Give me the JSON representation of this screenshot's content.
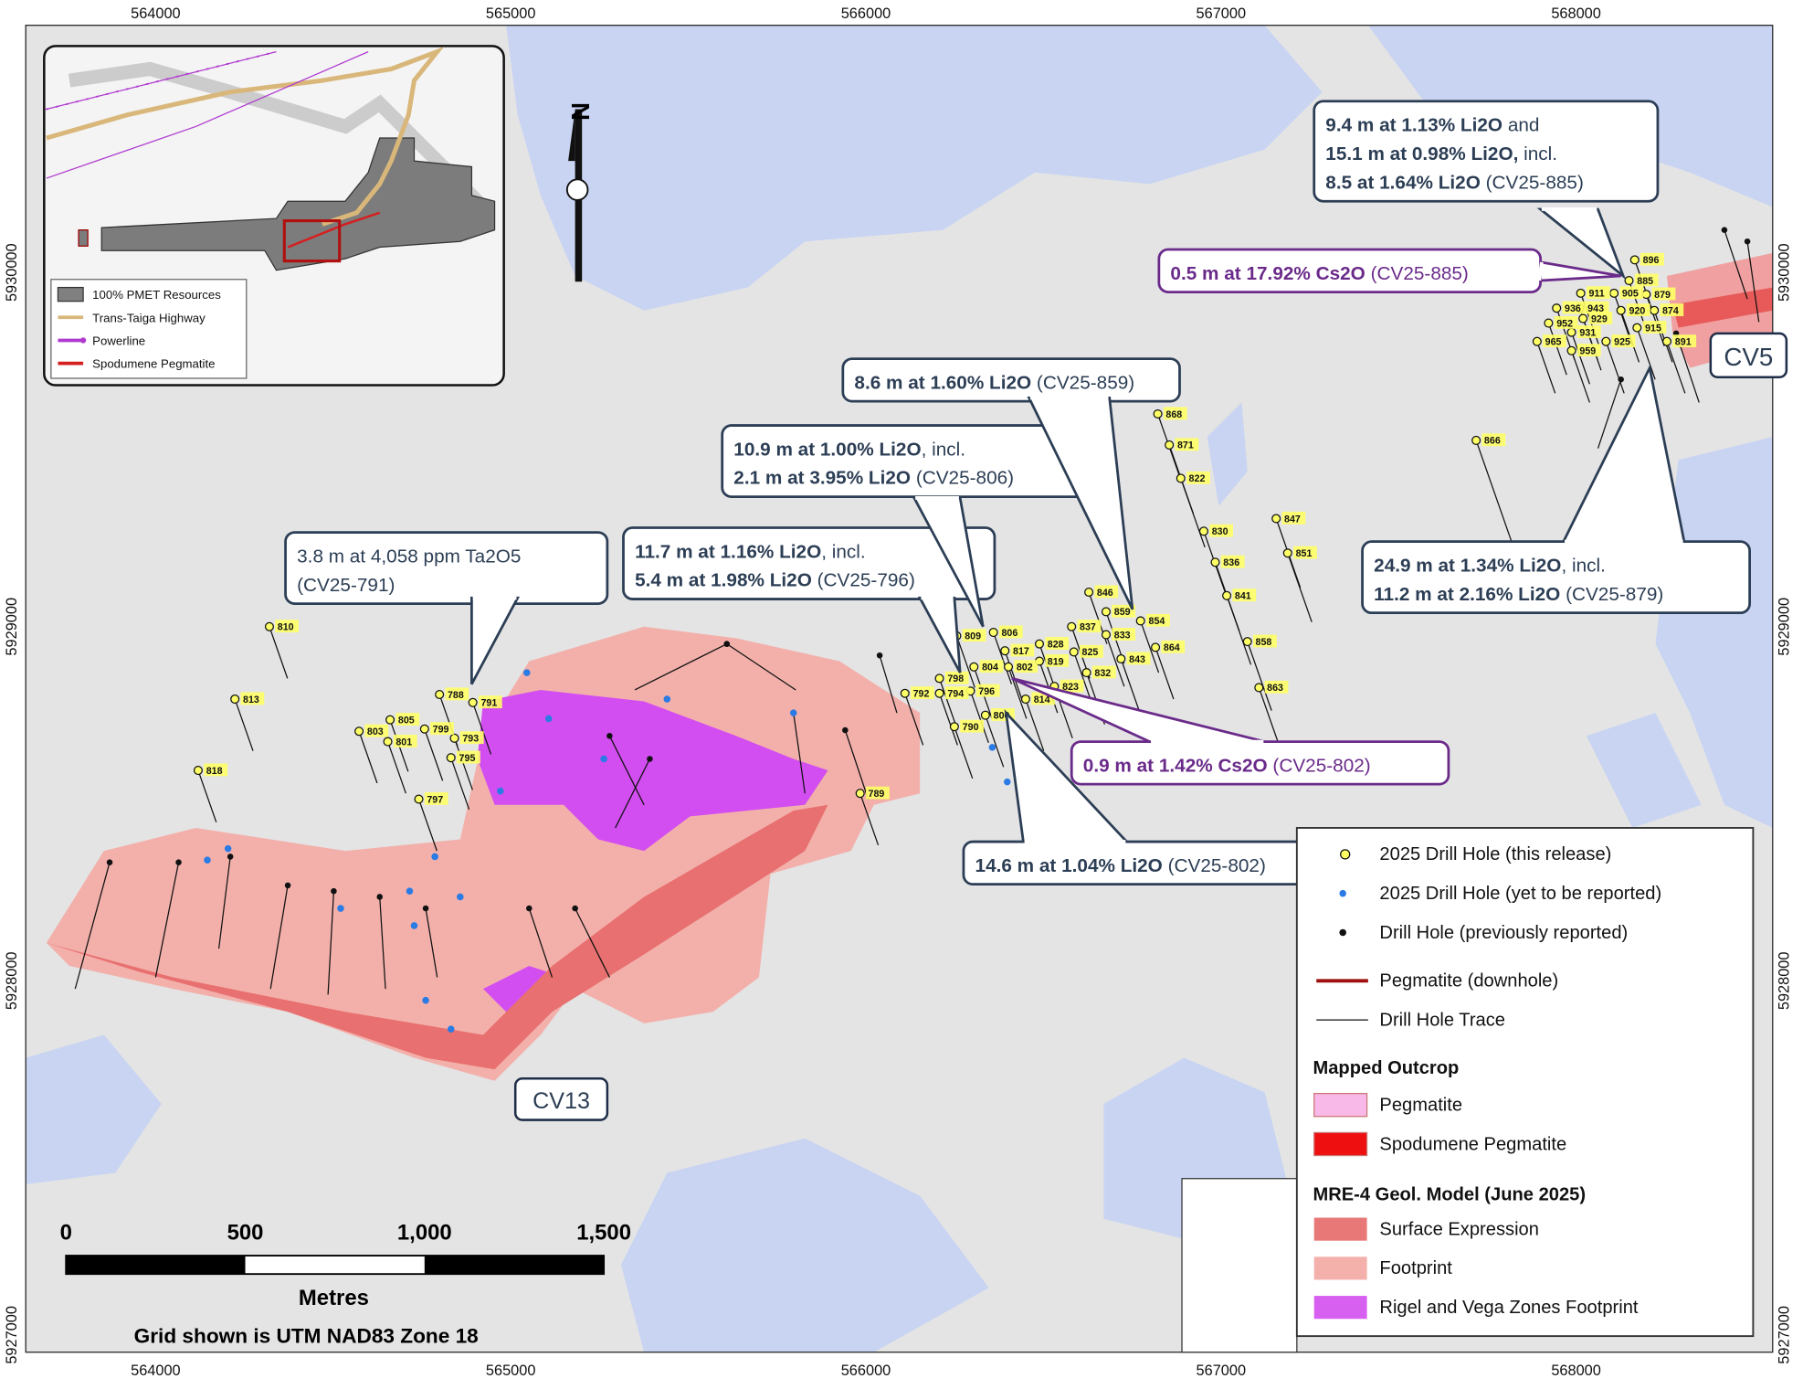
{
  "axes": {
    "x_ticks": [
      "564000",
      "565000",
      "566000",
      "567000",
      "568000"
    ],
    "y_ticks": [
      "5930000",
      "5929000",
      "5928000",
      "5927000"
    ]
  },
  "inset": {
    "legend": [
      {
        "label": "100% PMET Resources",
        "color": "#808080",
        "symbol": "box"
      },
      {
        "label": "Trans-Taiga Highway",
        "color": "#d9b77a",
        "symbol": "line"
      },
      {
        "label": "Powerline",
        "color": "#b03ad0",
        "symbol": "dot-line"
      },
      {
        "label": "Spodumene Pegmatite",
        "color": "#d42020",
        "symbol": "line"
      }
    ]
  },
  "north_arrow": {
    "label": "N"
  },
  "drill_hole_labels": [
    "810",
    "813",
    "818",
    "803",
    "805",
    "801",
    "799",
    "793",
    "795",
    "797",
    "788",
    "791",
    "789",
    "792",
    "794",
    "796",
    "798",
    "804",
    "802",
    "809",
    "806",
    "817",
    "828",
    "819",
    "825",
    "837",
    "846",
    "833",
    "859",
    "854",
    "843",
    "864",
    "832",
    "823",
    "814",
    "800",
    "790",
    "868",
    "871",
    "822",
    "830",
    "836",
    "841",
    "858",
    "863",
    "847",
    "851",
    "866",
    "896",
    "885",
    "911",
    "905",
    "879",
    "936",
    "943",
    "920",
    "874",
    "952",
    "929",
    "931",
    "915",
    "925",
    "891",
    "965",
    "959"
  ],
  "callouts": [
    {
      "id": "ta",
      "color": "#2c3e55",
      "lines": [
        [
          {
            "t": "3.8 m at 4,058 ppm Ta2O5",
            "b": false
          }
        ],
        [
          {
            "t": "(CV25-791)",
            "b": false
          }
        ]
      ]
    },
    {
      "id": "796",
      "color": "#2c3e55",
      "lines": [
        [
          {
            "t": "11.7 m at 1.16% Li2O",
            "b": true
          },
          {
            "t": ", incl.",
            "b": false
          }
        ],
        [
          {
            "t": "5.4 m at 1.98% Li2O",
            "b": true
          },
          {
            "t": " (CV25-796)",
            "b": false
          }
        ]
      ]
    },
    {
      "id": "806",
      "color": "#2c3e55",
      "lines": [
        [
          {
            "t": "10.9 m at 1.00% Li2O",
            "b": true
          },
          {
            "t": ", incl.",
            "b": false
          }
        ],
        [
          {
            "t": "2.1 m at 3.95% Li2O",
            "b": true
          },
          {
            "t": " (CV25-806)",
            "b": false
          }
        ]
      ]
    },
    {
      "id": "859",
      "color": "#2c3e55",
      "lines": [
        [
          {
            "t": "8.6 m at 1.60% Li2O",
            "b": true
          },
          {
            "t": " (CV25-859)",
            "b": false
          }
        ]
      ]
    },
    {
      "id": "885",
      "color": "#2c3e55",
      "lines": [
        [
          {
            "t": "9.4 m at 1.13% Li2O",
            "b": true
          },
          {
            "t": " and",
            "b": false
          }
        ],
        [
          {
            "t": "15.1 m at 0.98% Li2O,",
            "b": true
          },
          {
            "t": " incl.",
            "b": false
          }
        ],
        [
          {
            "t": "8.5 at 1.64% Li2O",
            "b": true
          },
          {
            "t": " (CV25-885)",
            "b": false
          }
        ]
      ]
    },
    {
      "id": "885cs",
      "color": "#6a2a8a",
      "lines": [
        [
          {
            "t": "0.5 m at 17.92% Cs2O",
            "b": true
          },
          {
            "t": " (CV25-885)",
            "b": false
          }
        ]
      ]
    },
    {
      "id": "879",
      "color": "#2c3e55",
      "lines": [
        [
          {
            "t": "24.9 m at 1.34% Li2O",
            "b": true
          },
          {
            "t": ", incl.",
            "b": false
          }
        ],
        [
          {
            "t": "11.2 m at 2.16% Li2O",
            "b": true
          },
          {
            "t": " (CV25-879)",
            "b": false
          }
        ]
      ]
    },
    {
      "id": "802cs",
      "color": "#6a2a8a",
      "lines": [
        [
          {
            "t": "0.9 m at 1.42% Cs2O",
            "b": true
          },
          {
            "t": " (CV25-802)",
            "b": false
          }
        ]
      ]
    },
    {
      "id": "802",
      "color": "#2c3e55",
      "lines": [
        [
          {
            "t": "14.6 m at 1.04% Li2O",
            "b": true
          },
          {
            "t": " (CV25-802)",
            "b": false
          }
        ]
      ]
    }
  ],
  "zones": {
    "cv13": "CV13",
    "cv5": "CV5"
  },
  "legend": {
    "items": [
      {
        "label": "2025 Drill Hole (this release)",
        "symbol": "yellow-target"
      },
      {
        "label": "2025 Drill Hole (yet to be reported)",
        "symbol": "blue-dot",
        "color": "#2a7be4"
      },
      {
        "label": "Drill Hole (previously reported)",
        "symbol": "black-dot",
        "color": "#111111"
      },
      {
        "label": "Pegmatite (downhole)",
        "symbol": "line",
        "color": "#a01010"
      },
      {
        "label": "Drill Hole Trace",
        "symbol": "thin-line",
        "color": "#111111"
      }
    ],
    "outcrop_heading": "Mapped Outcrop",
    "outcrop": [
      {
        "label": "Pegmatite",
        "color": "#f8b8e8"
      },
      {
        "label": "Spodumene Pegmatite",
        "color": "#ee1010"
      }
    ],
    "model_heading": "MRE-4 Geol. Model (June 2025)",
    "model": [
      {
        "label": "Surface Expression",
        "color": "#e87878"
      },
      {
        "label": "Footprint",
        "color": "#f4b0aa"
      },
      {
        "label": "Rigel and Vega Zones Footprint",
        "color": "#d860f0"
      }
    ]
  },
  "scale_bar": {
    "labels": [
      "0",
      "500",
      "1,000",
      "1,500"
    ],
    "unit": "Metres",
    "grid_note": "Grid shown is UTM NAD83 Zone 18"
  },
  "colors": {
    "lake": "#c8d4f2",
    "terrain": "#e6e6e6",
    "footprint": "#f4aaa4",
    "rigel_vega": "#d24ef0",
    "callout_border": "#1e2d48",
    "cs_border": "#6a2a8a"
  }
}
